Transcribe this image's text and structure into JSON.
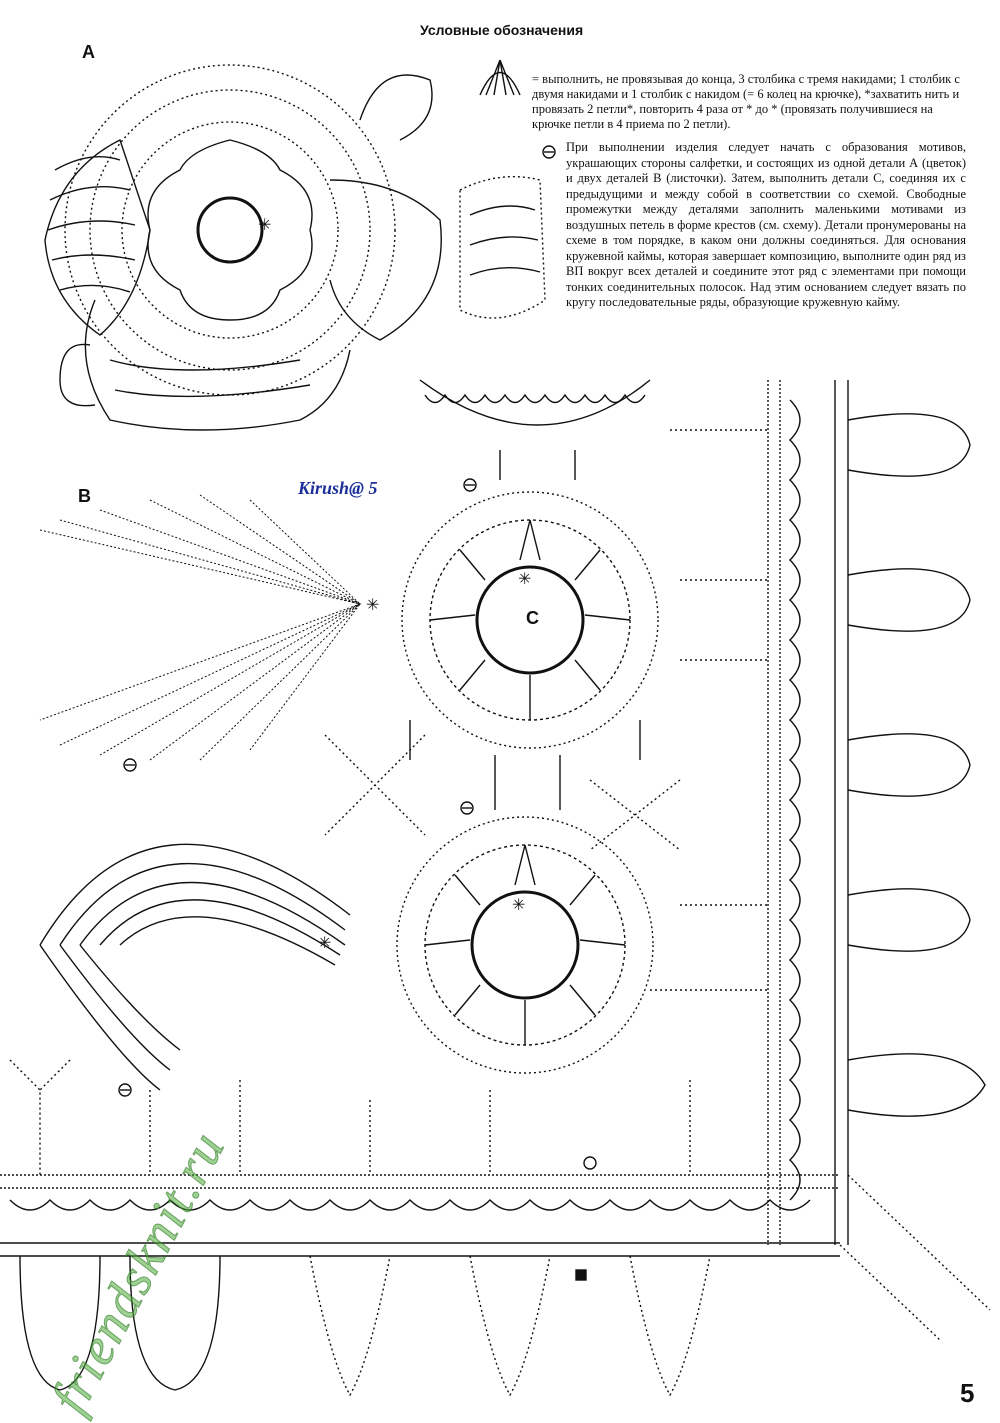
{
  "legend": {
    "title": "Условные обозначения",
    "text": "= выполнить, не провязывая до конца, 3 столбика с тремя накидами; 1 столбик с двумя накидами и 1 столбик с накидом (= 6 колец на крючке), *захватить нить и провязать 2 петли*, повторить 4 раза от * до * (провязать получившиеся на крючке петли в 4 приема по 2 петли)."
  },
  "instructions": "При выполнении изделия следует начать с образования мотивов, украшающих стороны салфетки, и состоящих из одной детали А (цветок) и двух деталей В (листочки). Затем, выполнить детали С, соединяя их с предыдущими и между собой в соответствии со схемой. Свободные промежутки между деталями заполнить маленькими мотивами из воздушных петель в форме крестов (см. схему). Детали пронумерованы на схеме в том порядке, в каком они должны соединяться. Для основания кружевной каймы, которая завершает композицию, выполните один ряд из ВП вокруг всех деталей и соедините этот ряд с элементами при помощи тонких соединительных полосок. Над этим основанием следует вязать по кругу последовательные ряды, образующие кружевную кайму.",
  "labels": {
    "a": "A",
    "b": "B",
    "c": "C"
  },
  "author": "Kirush@ 5",
  "watermark": "friendsknit.ru",
  "page_number": "5",
  "colors": {
    "ink": "#111111",
    "author": "#1b2f9a",
    "watermark": "#50aa3c"
  }
}
